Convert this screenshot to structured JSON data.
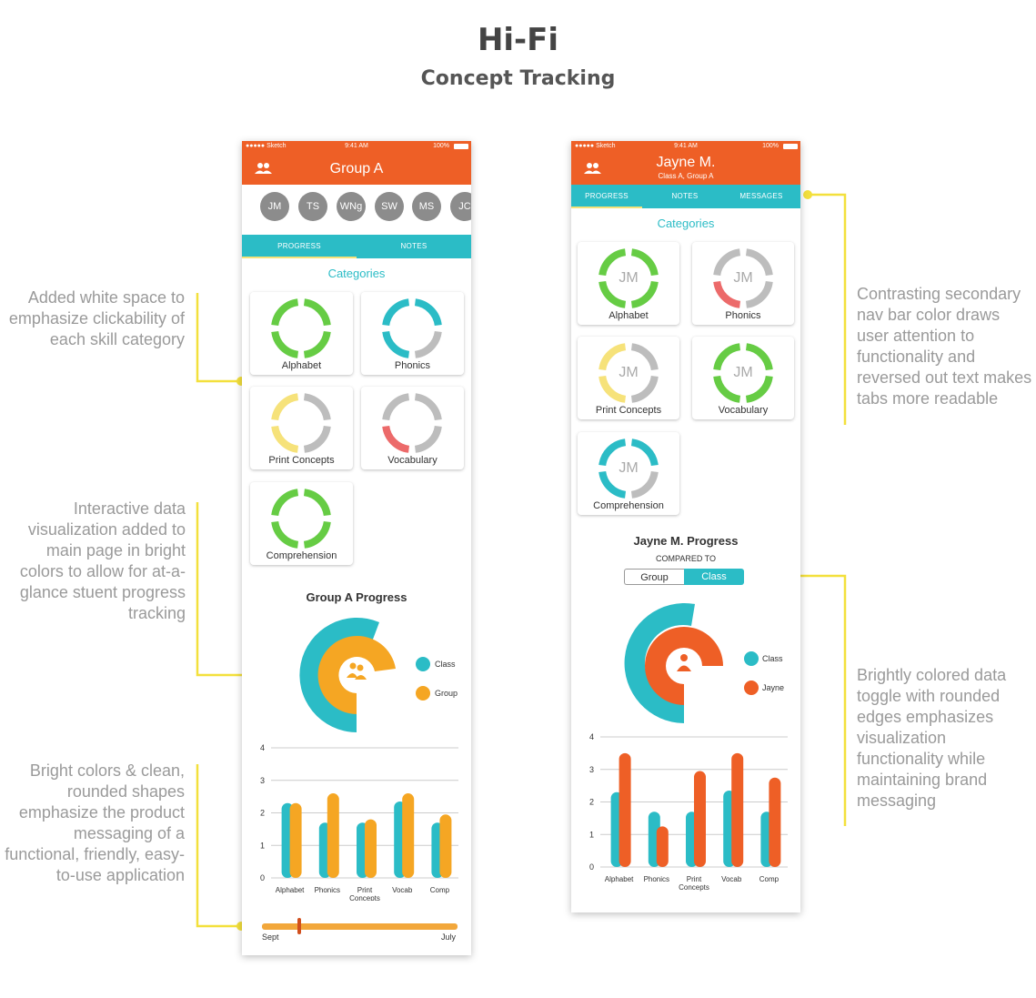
{
  "page": {
    "title": "Hi-Fi",
    "subtitle": "Concept Tracking"
  },
  "colors": {
    "orange": "#ee5f26",
    "teal": "#2bbcc6",
    "green": "#66cc44",
    "yellow": "#f6e27a",
    "red": "#ec6a6a",
    "gray": "#bdbdbd",
    "amber": "#f5a623",
    "annotation_line": "#f3e03c"
  },
  "phone_left": {
    "status": {
      "carrier": "●●●●● Sketch",
      "time": "9:41 AM",
      "battery": "100%"
    },
    "header": {
      "title": "Group A",
      "icon": "group-icon"
    },
    "avatars": [
      "JM",
      "TS",
      "WNg",
      "SW",
      "MS",
      "JC"
    ],
    "tabs": [
      "PROGRESS",
      "NOTES"
    ],
    "categories_title": "Categories",
    "categories": [
      {
        "label": "Alphabet",
        "color": "green",
        "level": 1.0
      },
      {
        "label": "Phonics",
        "color": "teal",
        "level": 0.75
      },
      {
        "label": "Print Concepts",
        "color": "yellow",
        "level": 0.5
      },
      {
        "label": "Vocabulary",
        "color": "red",
        "level": 0.25
      },
      {
        "label": "Comprehension",
        "color": "green",
        "level": 1.0
      }
    ],
    "progress_title": "Group A Progress",
    "legend": [
      {
        "label": "Class",
        "color": "teal"
      },
      {
        "label": "Group",
        "color": "amber"
      }
    ],
    "slider": {
      "start": "Sept",
      "end": "July",
      "position": 0.18
    },
    "chart_data": {
      "type": "bar",
      "categories": [
        "Alphabet",
        "Phonics",
        "Print Concepts",
        "Vocab",
        "Comp"
      ],
      "ylim": [
        0,
        4
      ],
      "yticks": [
        "0",
        "1",
        "2",
        "3",
        "4"
      ],
      "series": [
        {
          "name": "Class",
          "color": "teal",
          "values": [
            2.3,
            1.7,
            1.7,
            2.35,
            1.7
          ]
        },
        {
          "name": "Group",
          "color": "amber",
          "values": [
            2.3,
            2.6,
            1.8,
            2.6,
            1.95
          ]
        }
      ]
    }
  },
  "phone_right": {
    "status": {
      "carrier": "●●●●● Sketch",
      "time": "9:41 AM",
      "battery": "100%"
    },
    "header": {
      "title": "Jayne M.",
      "subtitle": "Class A, Group A",
      "icon": "group-icon"
    },
    "tabs": [
      "PROGRESS",
      "NOTES",
      "MESSAGES"
    ],
    "categories_title": "Categories",
    "categories": [
      {
        "label": "Alphabet",
        "initials": "JM",
        "color": "green",
        "level": 1.0
      },
      {
        "label": "Phonics",
        "initials": "JM",
        "color": "red",
        "level": 0.25
      },
      {
        "label": "Print Concepts",
        "initials": "JM",
        "color": "yellow",
        "level": 0.5
      },
      {
        "label": "Vocabulary",
        "initials": "JM",
        "color": "green",
        "level": 1.0
      },
      {
        "label": "Comprehension",
        "initials": "JM",
        "color": "teal",
        "level": 0.75
      }
    ],
    "progress_title": "Jayne M. Progress",
    "compared_to": "COMPARED TO",
    "toggle": {
      "options": [
        "Group",
        "Class"
      ],
      "selected": "Class"
    },
    "legend": [
      {
        "label": "Class",
        "color": "teal"
      },
      {
        "label": "Jayne",
        "color": "orange"
      }
    ],
    "chart_data": {
      "type": "bar",
      "categories": [
        "Alphabet",
        "Phonics",
        "Print Concepts",
        "Vocab",
        "Comp"
      ],
      "ylim": [
        0,
        4
      ],
      "yticks": [
        "0",
        "1",
        "2",
        "3",
        "4"
      ],
      "series": [
        {
          "name": "Class",
          "color": "teal",
          "values": [
            2.3,
            1.7,
            1.7,
            2.35,
            1.7
          ]
        },
        {
          "name": "Jayne",
          "color": "orange",
          "values": [
            3.5,
            1.25,
            2.95,
            3.5,
            2.75
          ]
        }
      ]
    }
  },
  "annotations": [
    "Added white space to emphasize clickability of each skill category",
    "Interactive data visualization added to main page in bright colors to allow for at-a-glance stuent progress tracking",
    "Bright colors & clean, rounded shapes emphasize the product messaging of a functional, friendly, easy-to-use application",
    "Contrasting secondary nav bar color draws user attention to functionality and reversed out text makes tabs more readable",
    "Brightly colored data toggle with rounded edges emphasizes visualization functionality while maintaining brand messaging"
  ]
}
